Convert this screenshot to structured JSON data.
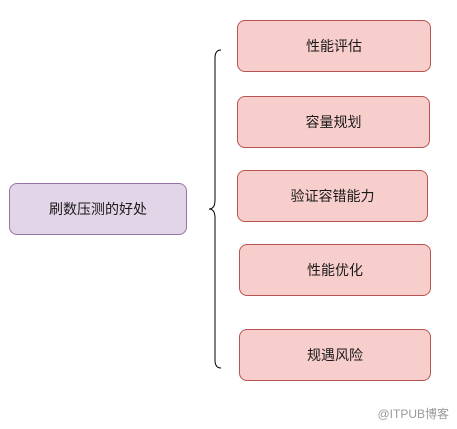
{
  "root": {
    "label": "刷数压测的好处"
  },
  "children": [
    {
      "label": "性能评估"
    },
    {
      "label": "容量规划"
    },
    {
      "label": "验证容错能力"
    },
    {
      "label": "性能优化"
    },
    {
      "label": "规遇风险"
    }
  ],
  "watermark": "@ITPUB博客",
  "colors": {
    "root_fill": "#e1d5e7",
    "root_stroke": "#9673a6",
    "child_fill": "#f8cecc",
    "child_stroke": "#b85450",
    "brace": "#000000"
  }
}
